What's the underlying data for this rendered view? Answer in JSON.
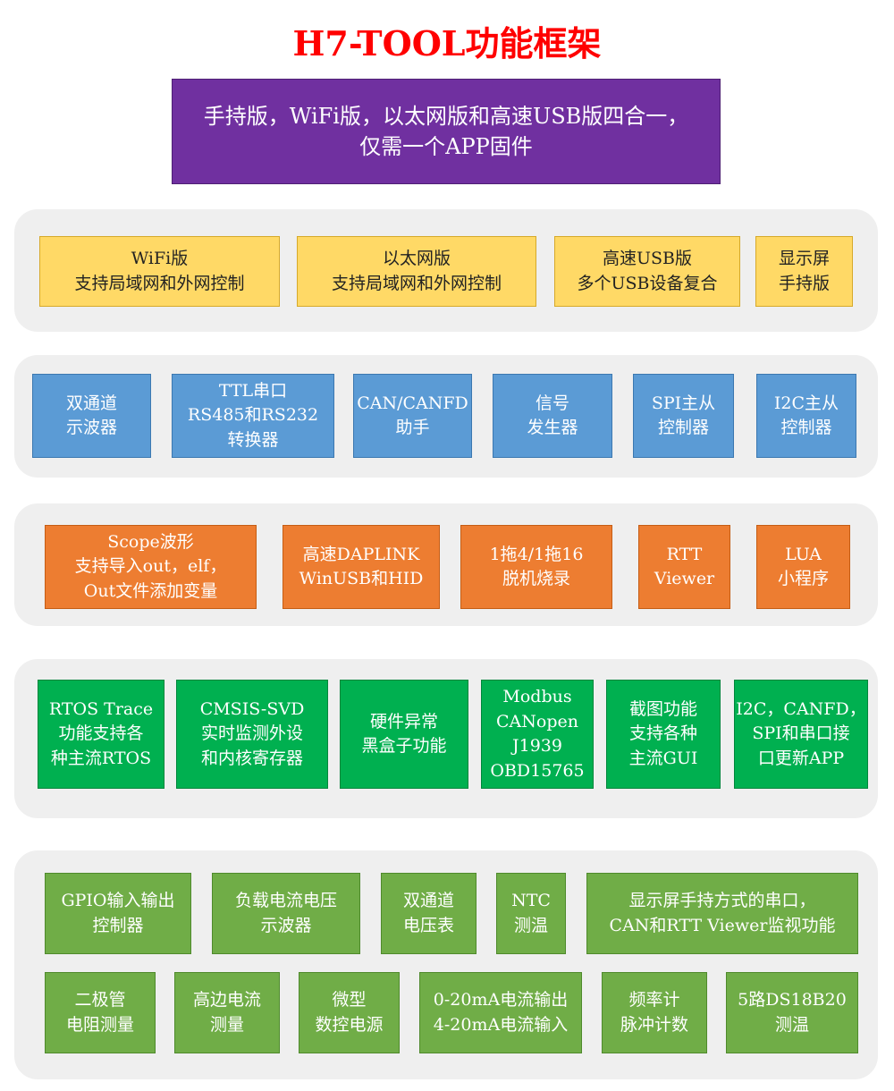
{
  "title": "H7-TOOL功能框架",
  "header": {
    "line1": "手持版，WiFi版，以太网版和高速USB版四合一，",
    "line2": "仅需一个APP固件"
  },
  "colors": {
    "title": "#ff0000",
    "header": "#7030a0",
    "row1": "#ffd966",
    "row2": "#5b9bd5",
    "row3": "#ed7d31",
    "row4": "#00b050",
    "row5": "#70ad47"
  },
  "row1": [
    {
      "lines": [
        "WiFi版",
        "支持局域网和外网控制"
      ]
    },
    {
      "lines": [
        "以太网版",
        "支持局域网和外网控制"
      ]
    },
    {
      "lines": [
        "高速USB版",
        "多个USB设备复合"
      ]
    },
    {
      "lines": [
        "显示屏",
        "手持版"
      ]
    }
  ],
  "row2": [
    {
      "lines": [
        "双通道",
        "示波器"
      ]
    },
    {
      "lines": [
        "TTL串口",
        "RS485和RS232",
        "转换器"
      ]
    },
    {
      "lines": [
        "CAN/CANFD",
        "助手"
      ]
    },
    {
      "lines": [
        "信号",
        "发生器"
      ]
    },
    {
      "lines": [
        "SPI主从",
        "控制器"
      ]
    },
    {
      "lines": [
        "I2C主从",
        "控制器"
      ]
    }
  ],
  "row3": [
    {
      "lines": [
        "Scope波形",
        "支持导入out，elf，",
        "Out文件添加变量"
      ]
    },
    {
      "lines": [
        "高速DAPLINK",
        "WinUSB和HID"
      ]
    },
    {
      "lines": [
        "1拖4/1拖16",
        "脱机烧录"
      ]
    },
    {
      "lines": [
        "RTT",
        "Viewer"
      ]
    },
    {
      "lines": [
        "LUA",
        "小程序"
      ]
    }
  ],
  "row4": [
    {
      "lines": [
        "RTOS Trace",
        "功能支持各",
        "种主流RTOS"
      ]
    },
    {
      "lines": [
        "CMSIS-SVD",
        "实时监测外设",
        "和内核寄存器"
      ]
    },
    {
      "lines": [
        "硬件异常",
        "黑盒子功能"
      ]
    },
    {
      "lines": [
        "Modbus",
        "CANopen",
        "J1939",
        "OBD15765"
      ]
    },
    {
      "lines": [
        "截图功能",
        "支持各种",
        "主流GUI"
      ]
    },
    {
      "lines": [
        "I2C，CANFD，",
        "SPI和串口接",
        "口更新APP"
      ]
    }
  ],
  "row5a": [
    {
      "lines": [
        "GPIO输入输出",
        "控制器"
      ]
    },
    {
      "lines": [
        "负载电流电压",
        "示波器"
      ]
    },
    {
      "lines": [
        "双通道",
        "电压表"
      ]
    },
    {
      "lines": [
        "NTC",
        "测温"
      ]
    },
    {
      "lines": [
        "显示屏手持方式的串口，",
        "CAN和RTT Viewer监视功能"
      ]
    }
  ],
  "row5b": [
    {
      "lines": [
        "二极管",
        "电阻测量"
      ]
    },
    {
      "lines": [
        "高边电流",
        "测量"
      ]
    },
    {
      "lines": [
        "微型",
        "数控电源"
      ]
    },
    {
      "lines": [
        "0-20mA电流输出",
        "4-20mA电流输入"
      ]
    },
    {
      "lines": [
        "频率计",
        "脉冲计数"
      ]
    },
    {
      "lines": [
        "5路DS18B20",
        "测温"
      ]
    }
  ]
}
